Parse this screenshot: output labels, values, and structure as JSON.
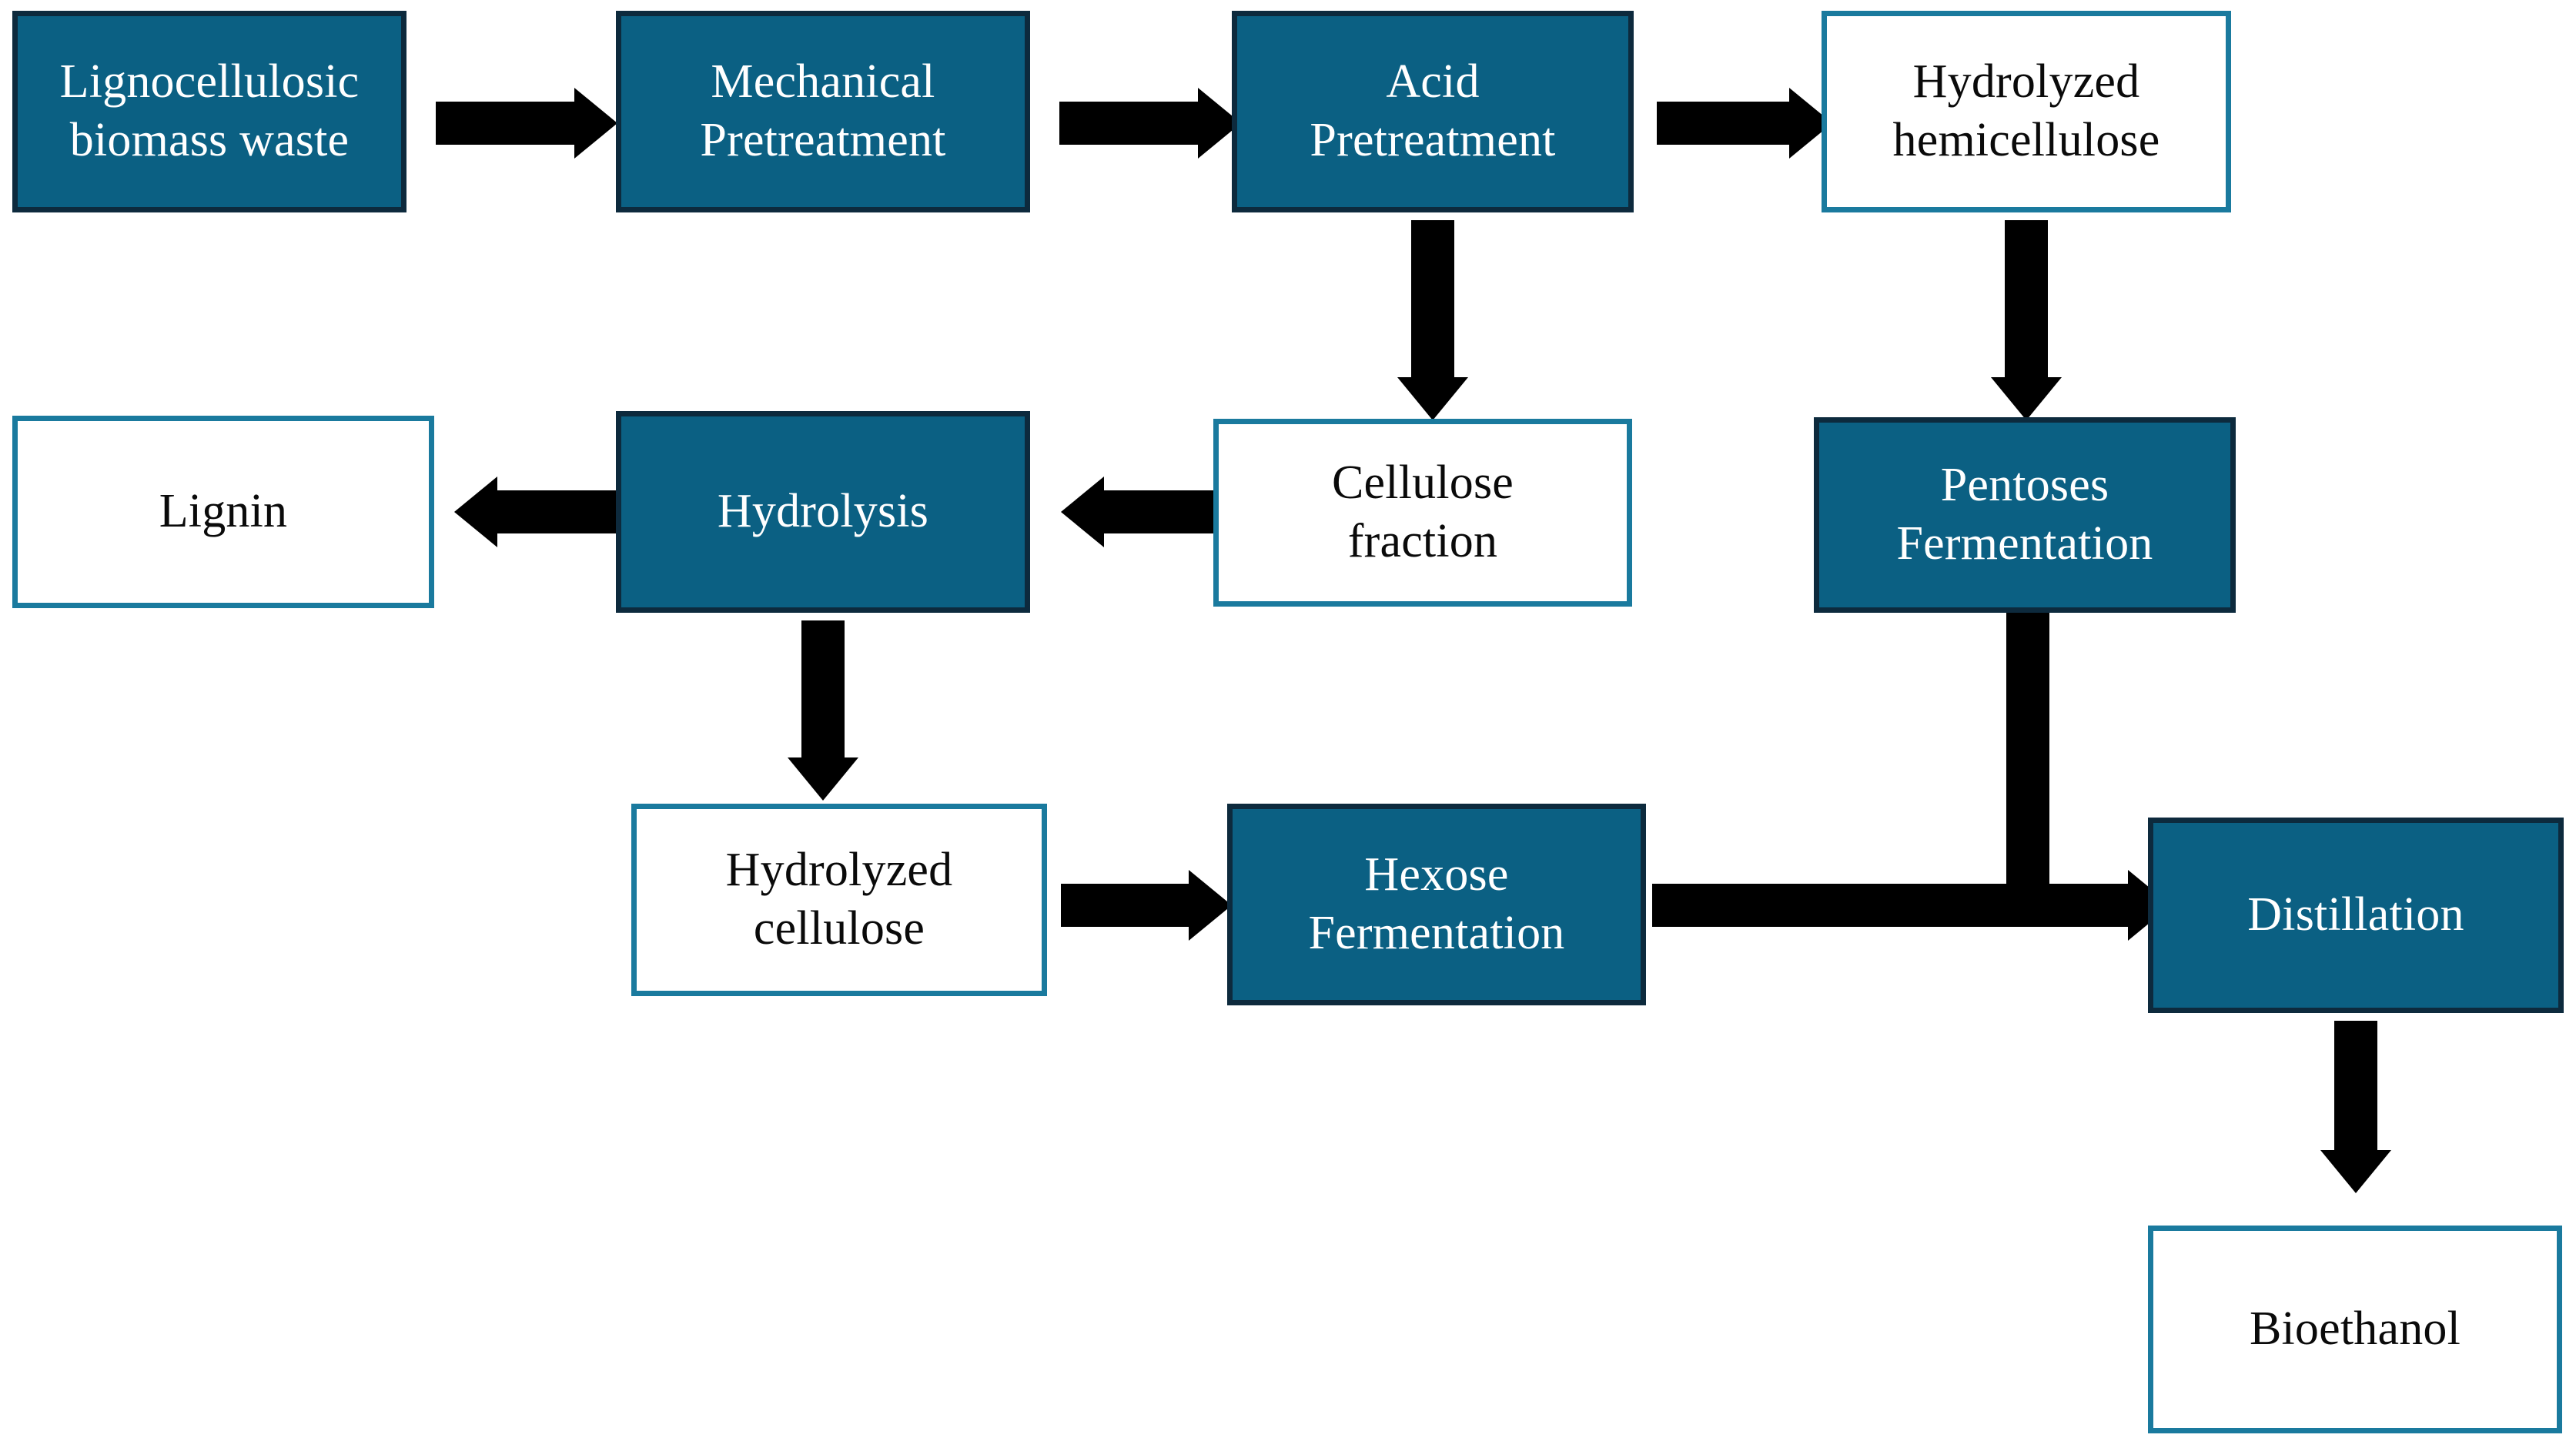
{
  "diagram": {
    "title": "Lignocellulosic biomass to bioethanol process flow",
    "colors": {
      "process_fill": "#0b6083",
      "process_border": "#0d2a3d",
      "product_fill": "#ffffff",
      "product_border": "#1a7a9e",
      "process_text": "#ffffff",
      "product_text": "#0a0a0a",
      "arrow": "#000000",
      "background": "#ffffff"
    },
    "nodes": [
      {
        "id": "lignocellulosic-biomass-waste",
        "label": "Lignocellulosic\nbiomass  waste",
        "style": "filled"
      },
      {
        "id": "mechanical-pretreatment",
        "label": "Mechanical\nPretreatment",
        "style": "filled"
      },
      {
        "id": "acid-pretreatment",
        "label": "Acid\nPretreatment",
        "style": "filled"
      },
      {
        "id": "hydrolyzed-hemicellulose",
        "label": "Hydrolyzed\nhemicellulose",
        "style": "outline"
      },
      {
        "id": "lignin",
        "label": "Lignin",
        "style": "outline"
      },
      {
        "id": "hydrolysis",
        "label": "Hydrolysis",
        "style": "filled"
      },
      {
        "id": "cellulose-fraction",
        "label": "Cellulose\nfraction",
        "style": "outline"
      },
      {
        "id": "pentoses-fermentation",
        "label": "Pentoses\nFermentation",
        "style": "filled"
      },
      {
        "id": "hydrolyzed-cellulose",
        "label": "Hydrolyzed\ncellulose",
        "style": "outline"
      },
      {
        "id": "hexose-fermentation",
        "label": "Hexose\nFermentation",
        "style": "filled"
      },
      {
        "id": "distillation",
        "label": "Distillation",
        "style": "filled"
      },
      {
        "id": "bioethanol",
        "label": "Bioethanol",
        "style": "outline"
      }
    ],
    "edges": [
      {
        "from": "lignocellulosic-biomass-waste",
        "to": "mechanical-pretreatment",
        "direction": "right"
      },
      {
        "from": "mechanical-pretreatment",
        "to": "acid-pretreatment",
        "direction": "right"
      },
      {
        "from": "acid-pretreatment",
        "to": "hydrolyzed-hemicellulose",
        "direction": "right"
      },
      {
        "from": "acid-pretreatment",
        "to": "cellulose-fraction",
        "direction": "down"
      },
      {
        "from": "hydrolyzed-hemicellulose",
        "to": "pentoses-fermentation",
        "direction": "down"
      },
      {
        "from": "cellulose-fraction",
        "to": "hydrolysis",
        "direction": "left"
      },
      {
        "from": "hydrolysis",
        "to": "lignin",
        "direction": "left"
      },
      {
        "from": "hydrolysis",
        "to": "hydrolyzed-cellulose",
        "direction": "down"
      },
      {
        "from": "hydrolyzed-cellulose",
        "to": "hexose-fermentation",
        "direction": "right"
      },
      {
        "from": "hexose-fermentation",
        "to": "distillation",
        "direction": "right"
      },
      {
        "from": "pentoses-fermentation",
        "to": "distillation",
        "direction": "down-then-right"
      },
      {
        "from": "distillation",
        "to": "bioethanol",
        "direction": "down"
      }
    ]
  }
}
